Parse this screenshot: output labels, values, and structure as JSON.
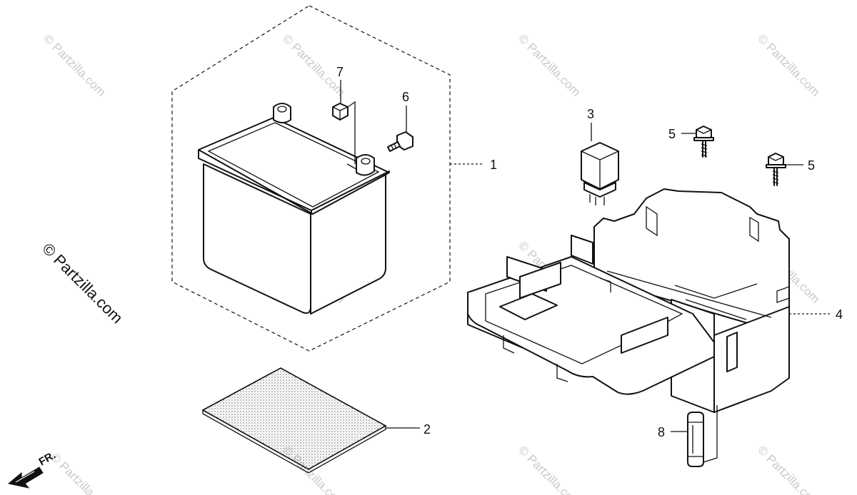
{
  "watermark": "© Partzilla.com",
  "side_watermark": "© Partzilla.com",
  "front_marker": "FR.",
  "callouts": {
    "c1": "1",
    "c2": "2",
    "c3": "3",
    "c4": "4",
    "c5a": "5",
    "c5b": "5",
    "c6": "6",
    "c7": "7",
    "c8": "8"
  },
  "parts": [
    {
      "ref": "1",
      "icon": "battery-icon"
    },
    {
      "ref": "2",
      "icon": "battery-pad-icon"
    },
    {
      "ref": "3",
      "icon": "relay-icon"
    },
    {
      "ref": "4",
      "icon": "battery-box-icon"
    },
    {
      "ref": "5",
      "icon": "bolt-icon"
    },
    {
      "ref": "6",
      "icon": "terminal-bolt-icon"
    },
    {
      "ref": "7",
      "icon": "terminal-nut-icon"
    },
    {
      "ref": "8",
      "icon": "fuse-icon"
    }
  ]
}
